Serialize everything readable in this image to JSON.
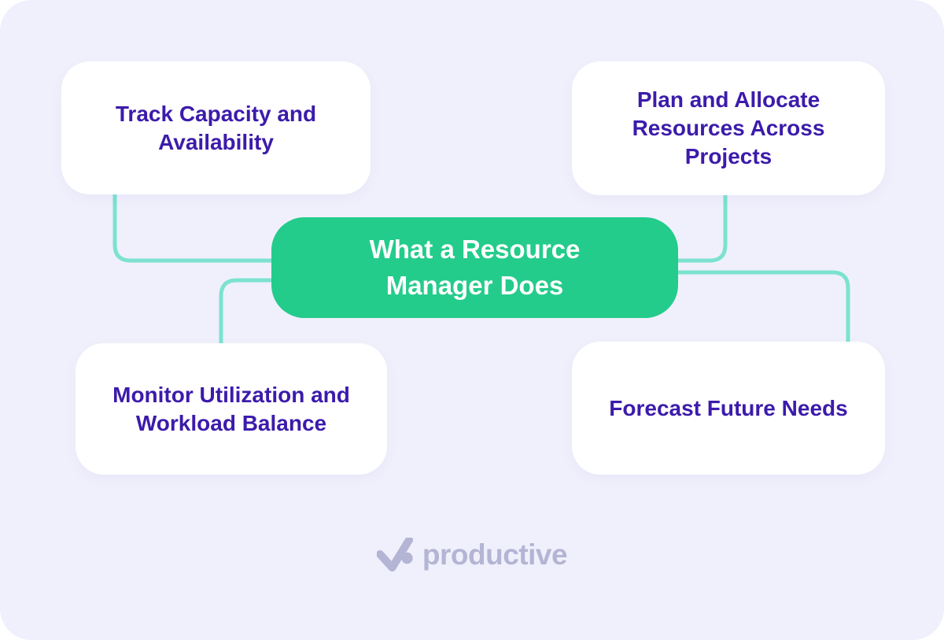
{
  "diagram": {
    "title": "What a Resource Manager Does",
    "center": {
      "lines": [
        "What a Resource",
        "Manager Does"
      ]
    },
    "nodes": [
      {
        "id": "track-capacity",
        "position": "top-left",
        "lines": [
          "Track Capacity and",
          "Availability"
        ]
      },
      {
        "id": "plan-allocate",
        "position": "top-right",
        "lines": [
          "Plan and Allocate",
          "Resources Across",
          "Projects"
        ]
      },
      {
        "id": "monitor-utilization",
        "position": "bottom-left",
        "lines": [
          "Monitor Utilization and",
          "Workload Balance"
        ]
      },
      {
        "id": "forecast-needs",
        "position": "bottom-right",
        "lines": [
          "Forecast Future Needs"
        ]
      }
    ]
  },
  "colors": {
    "canvas_background": "#F0F0FC",
    "node_background": "#FFFFFF",
    "node_text": "#3C1BAB",
    "center_background": "#23CC8B",
    "center_text": "#FFFFFF",
    "connector": "#7CE2D0",
    "logo": "#B4B4D4"
  },
  "footer": {
    "brand_name": "productive",
    "logo_icon": "checkmark-dot-icon"
  }
}
